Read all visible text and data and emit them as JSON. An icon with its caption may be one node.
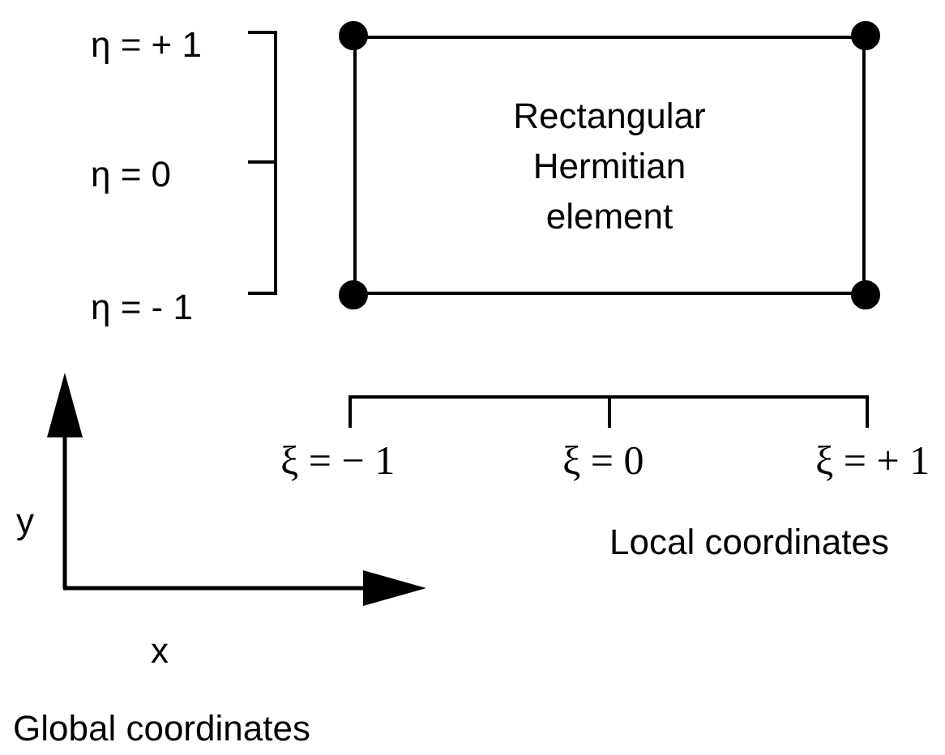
{
  "diagram": {
    "nodes": [
      {
        "text": [
          "Rectangular Hermitian element"
        ]
      }
    ],
    "labels": [
      "η = + 1",
      "η = 0",
      "η = - 1",
      "ξ = − 1",
      "ξ = 0",
      "ξ = + 1",
      "y",
      "Local coordinates",
      "x",
      "Global coordinates"
    ]
  }
}
